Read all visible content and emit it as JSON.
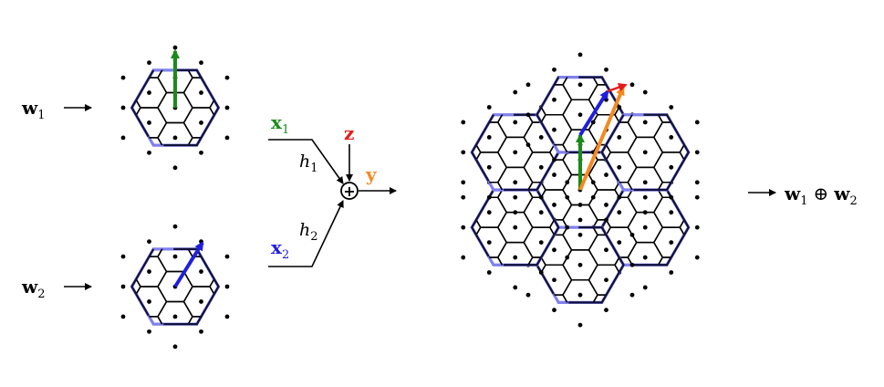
{
  "inputs": {
    "w1": {
      "base": "w",
      "sub": "1"
    },
    "w2": {
      "base": "w",
      "sub": "2"
    }
  },
  "codewords": {
    "x1": {
      "base": "x",
      "sub": "1"
    },
    "x2": {
      "base": "x",
      "sub": "2"
    }
  },
  "channel": {
    "h1": {
      "base": "h",
      "sub": "1"
    },
    "h2": {
      "base": "h",
      "sub": "2"
    },
    "noise": "z",
    "adder": "+",
    "received": "y"
  },
  "output": {
    "a": {
      "base": "w",
      "sub": "1"
    },
    "op": "⊕",
    "b": {
      "base": "w",
      "sub": "2"
    }
  },
  "colors": {
    "x1": "#1a8a1a",
    "x2": "#1f1fdd",
    "noise": "#e41a1a",
    "y": "#f5891f",
    "boundary": "#8080ee",
    "cell": "#000000",
    "frame": "#11113a"
  }
}
